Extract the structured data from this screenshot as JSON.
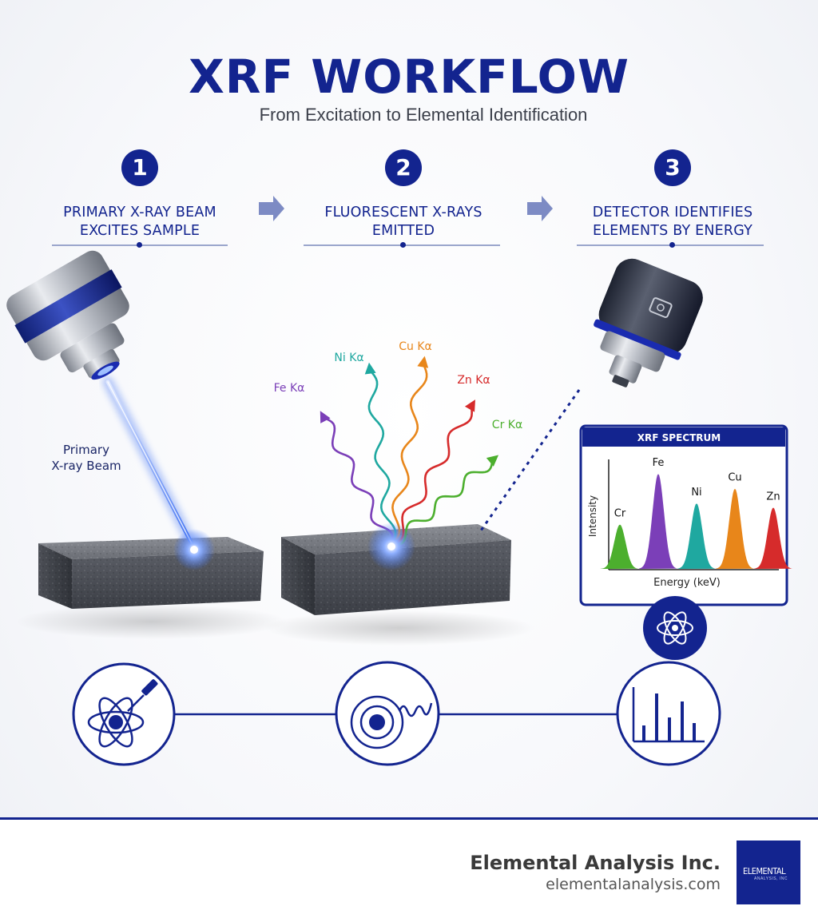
{
  "header": {
    "title": "XRF WORKFLOW",
    "subtitle": "From Excitation to Elemental Identification"
  },
  "steps": [
    {
      "number": "1",
      "label": "PRIMARY X-RAY BEAM\nEXCITES SAMPLE"
    },
    {
      "number": "2",
      "label": "FLUORESCENT X-RAYS\nEMITTED"
    },
    {
      "number": "3",
      "label": "DETECTOR IDENTIFIES\nELEMENTS BY ENERGY"
    }
  ],
  "beam_label": "Primary\nX-ray Beam",
  "emission_labels": [
    {
      "text": "Fe Kα",
      "color": "#7b3fb8"
    },
    {
      "text": "Ni Kα",
      "color": "#1fa8a0"
    },
    {
      "text": "Cu Kα",
      "color": "#e8861a"
    },
    {
      "text": "Zn Kα",
      "color": "#d62b2b"
    },
    {
      "text": "Cr Kα",
      "color": "#4caf2e"
    }
  ],
  "spectrum": {
    "title": "XRF SPECTRUM",
    "ylabel": "Intensity",
    "xlabel": "Energy (keV)",
    "peaks": [
      {
        "element": "Cr",
        "height": 0.42,
        "color": "#4caf2e"
      },
      {
        "element": "Fe",
        "height": 0.9,
        "color": "#7b3fb8"
      },
      {
        "element": "Ni",
        "height": 0.62,
        "color": "#1fa8a0"
      },
      {
        "element": "Cu",
        "height": 0.76,
        "color": "#e8861a"
      },
      {
        "element": "Zn",
        "height": 0.58,
        "color": "#d62b2b"
      }
    ]
  },
  "bottom_icons": [
    "atom-excitation-icon",
    "electron-orbit-emission-icon",
    "spectrum-bars-icon"
  ],
  "footer": {
    "company": "Elemental Analysis Inc.",
    "url": "elementalanalysis.com",
    "logo_text": "ELEMENTAL",
    "logo_sub": "ANALYSIS, INC"
  },
  "colors": {
    "navy": "#13248f",
    "beam": "#3d6ff2"
  }
}
